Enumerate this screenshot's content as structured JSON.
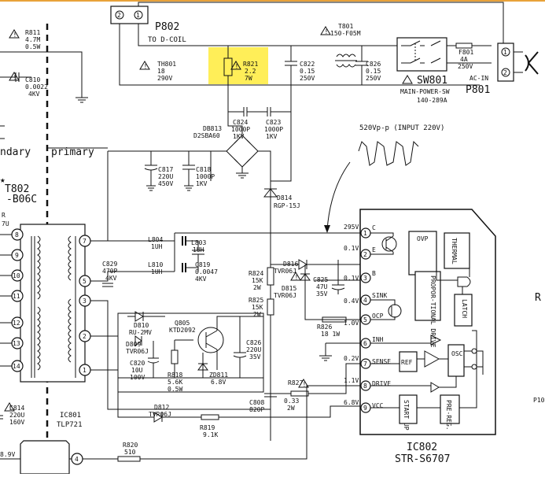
{
  "colors": {
    "highlight": "#ffee58",
    "ink": "#111111",
    "topline": "#e8a23a"
  },
  "header": {
    "conn_top": "P802",
    "conn_top_sub": "TO D-COIL",
    "pin2": "2",
    "pin1": "1"
  },
  "labels": {
    "r811": "R811",
    "r811_v": "4.7M",
    "r811_w": "0.5W",
    "c810": "C810",
    "c810_v": "0.0022",
    "c810_kv": "4KV",
    "th801": "TH801",
    "th801_v": "18",
    "th801_vv": "290V",
    "r821": "R821",
    "r821_v": "2.2",
    "r821_w": "7W",
    "c822": "C822",
    "c822_v": "0.15",
    "c822_vv": "250V",
    "t801": "T801",
    "t801_v": "150-F05M",
    "c826t": "C826",
    "c826t_v": "0.15",
    "c826t_vv": "250V",
    "sw801": "SW801",
    "sw801_sub": "MAIN-POWER-SW",
    "sw801_pn": "140-289A",
    "f801": "F801",
    "f801_a": "4A",
    "f801_v": "250V",
    "acin": "AC-IN",
    "p801": "P801",
    "c824": "C824",
    "c824_v": "1000P",
    "c824_kv": "1KV",
    "c823": "C823",
    "c823_v": "1000P",
    "c823_kv": "1KV",
    "db813": "DB813",
    "db813_v": "D2SBA60",
    "secondary": "ndary",
    "primary": "primary",
    "waveform": "520Vp-p (INPUT 220V)",
    "t802": "T802",
    "t802_v": "-B06C",
    "c817": "C817",
    "c817_v": "220U",
    "c817_vv": "450V",
    "c818": "C818",
    "c818_v": "1000P",
    "c818_kv": "1KV",
    "d814": "D814",
    "d814_v": "RGP-15J",
    "v295": "295V",
    "v01a": "0.1V",
    "v01b": "0.1V",
    "v04": "0.4V",
    "v10": "1.0V",
    "v02": "0.2V",
    "v11": "1.1V",
    "v68": "6.8V",
    "l804": "L804",
    "l804_v": "1UH",
    "l803": "L803",
    "l803_v": "1UH",
    "l810": "L810",
    "l810_v": "1UH",
    "c819": "C819",
    "c819_v": "0.0047",
    "c819_kv": "4KV",
    "c829": "C829",
    "c829_v": "470P",
    "c829_kv": "4KV",
    "r824": "R824",
    "r824_v": "15K",
    "r824_w": "2W",
    "r825": "R825",
    "r825_v": "15K",
    "r825_w": "2W",
    "d816": "D816",
    "d816_v": "TVR06J",
    "d815": "D815",
    "d815_v": "TVR06J",
    "c825": "C825",
    "c825_v": "47U",
    "c825_vv": "35V",
    "r826": "R826",
    "r826_v": "18 1W",
    "d810": "D810",
    "d810_v": "RU-2MV",
    "q805": "Q805",
    "q805_v": "KTD2092",
    "d809": "D809",
    "d809_v": "TVR06J",
    "c820": "C820",
    "c820_v": "10U",
    "c820_vv": "100V",
    "r818": "R818",
    "r818_v": "5.6K",
    "r818_w": "0.5W",
    "zd811": "ZD811",
    "zd811_v": "6.8V",
    "c826b": "C826",
    "c826b_v": "220U",
    "c826b_vv": "35V",
    "c808": "C808",
    "c808_v": "820P",
    "r827": "R827",
    "r827_v": "0.33",
    "r827_w": "2W",
    "d812": "D812",
    "d812_v": "TVR06J",
    "r819": "R819",
    "r819_v": "9.1K",
    "r820": "R820",
    "r820_v": "510",
    "c814": "C814",
    "c814_v": "220U",
    "c814_vv": "160V",
    "ic801": "IC801",
    "ic801_v": "TLP721",
    "ic802": "IC802",
    "ic802_v": "STR-S6707",
    "v89": "8.9V",
    "ovp": "OVP",
    "thermal": "THERMAL",
    "latch": "LATCH",
    "prop": "PROPOR-TIONAL DRIVE",
    "ref": "REF",
    "osc": "OSC",
    "start": "START UP",
    "prereg": "PRE-REG.",
    "sink": "SINK",
    "ocp": "OCP",
    "inh": "INH",
    "sense": "SENSE",
    "drive": "DRIVE",
    "vcc": "VCC",
    "pin_c": "C",
    "pin_e": "E",
    "pin_b": "B",
    "right_edge": "P10",
    "right_r": "R",
    "star": "★"
  },
  "t802_pins": {
    "left": [
      "8",
      "9",
      "10",
      "11",
      "12",
      "13",
      "14"
    ],
    "right": [
      "7",
      "5",
      "3",
      "2",
      "1"
    ],
    "left_vals": [
      "R",
      "7U",
      "",
      "",
      "",
      "",
      ""
    ]
  },
  "ic802_pins": [
    "1",
    "2",
    "3",
    "4",
    "5",
    "6",
    "7",
    "8",
    "9"
  ],
  "bottom_pin": "4"
}
